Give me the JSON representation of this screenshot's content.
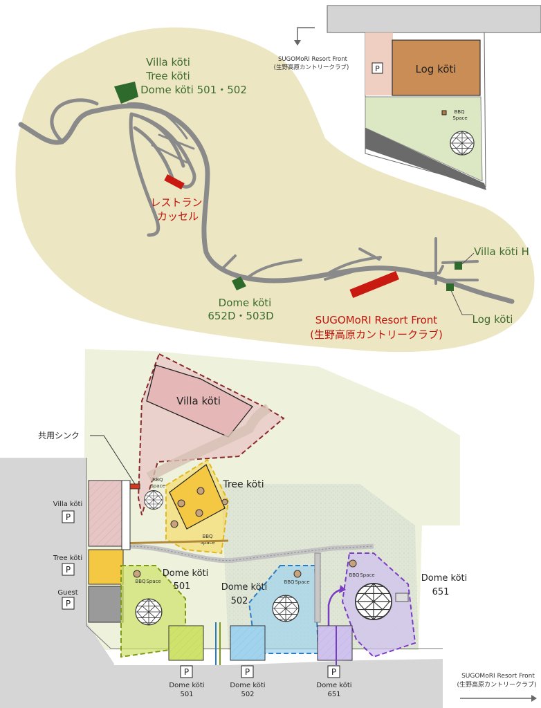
{
  "overview": {
    "site_labels": [
      "Villa köti",
      "Tree köti",
      "Dome köti 501・502"
    ],
    "restaurant": [
      "レストラン",
      "カッセル"
    ],
    "dome_lower": [
      "Dome köti",
      "652D・503D"
    ],
    "front": [
      "SUGOMoRI Resort Front",
      "(生野高原カントリークラブ)"
    ],
    "villa_h": "Villa köti H",
    "log": "Log köti"
  },
  "log_inset": {
    "front": [
      "SUGOMoRI Resort Front",
      "(生野高原カントリークラブ)"
    ],
    "parking": "P",
    "building": "Log köti",
    "bbq": [
      "BBQ",
      "Space"
    ]
  },
  "detail": {
    "villa": "Villa köti",
    "tree": "Tree köti",
    "sink": "共用シンク",
    "bbq": [
      "BBQ",
      "Space"
    ],
    "dome501": [
      "Dome köti",
      "501"
    ],
    "dome502": [
      "Dome köti",
      "502"
    ],
    "dome651": [
      "Dome köti",
      "651"
    ],
    "side_parking": [
      {
        "label": "Villa köti",
        "p": "P"
      },
      {
        "label": "Tree köti",
        "p": "P"
      },
      {
        "label": "Guest",
        "p": "P"
      }
    ],
    "bottom_parking": [
      {
        "p": "P",
        "label": [
          "Dome köti",
          "501"
        ]
      },
      {
        "p": "P",
        "label": [
          "Dome köti",
          "502"
        ]
      },
      {
        "p": "P",
        "label": [
          "Dome köti",
          "651"
        ]
      }
    ],
    "front": [
      "SUGOMoRI Resort Front",
      "(生野高原カントリークラブ)"
    ]
  },
  "colors": {
    "overview_bg": "#ece6c2",
    "road": "#8a8a8a",
    "site_green": "#2f6a2d",
    "restaurant_red": "#c91a12",
    "log_brown": "#c98d55",
    "villa_pink": "#e8c5c5",
    "tree_yellow": "#f7d54f",
    "dome501_green": "#cfe36a",
    "dome502_blue": "#9fd3ee",
    "dome651_purple": "#cfc2ee"
  }
}
